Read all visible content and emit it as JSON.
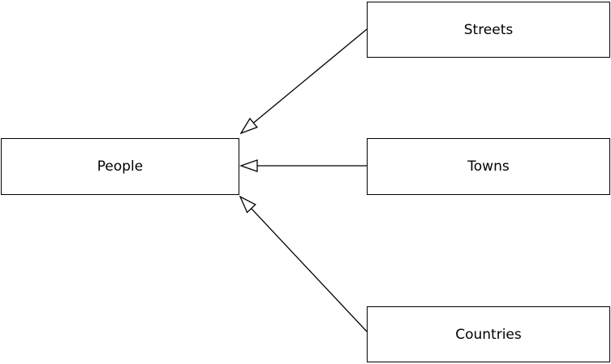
{
  "diagram": {
    "nodes": [
      {
        "id": "people",
        "label": "People"
      },
      {
        "id": "streets",
        "label": "Streets"
      },
      {
        "id": "towns",
        "label": "Towns"
      },
      {
        "id": "countries",
        "label": "Countries"
      }
    ],
    "edges": [
      {
        "from": "streets",
        "to": "people",
        "type": "generalization-hollow-triangle"
      },
      {
        "from": "towns",
        "to": "people",
        "type": "generalization-hollow-triangle"
      },
      {
        "from": "countries",
        "to": "people",
        "type": "generalization-hollow-triangle"
      }
    ],
    "colors": {
      "stroke": "#000000",
      "node_fill": "#ffffff",
      "background": "#ffffff"
    }
  }
}
